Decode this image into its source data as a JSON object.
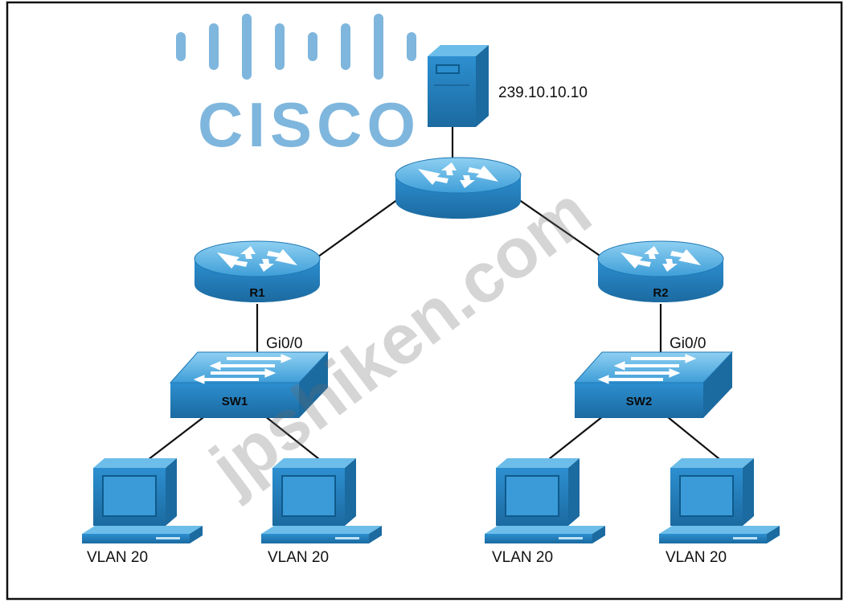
{
  "logo": {
    "text": "CISCO",
    "color": "#7fb6dd"
  },
  "watermark": {
    "text": "jpshiken.com"
  },
  "colors": {
    "device": "#2b8fcf",
    "device_dark": "#1d6fa5",
    "device_light": "#6cbde9",
    "link": "#111111"
  },
  "server": {
    "ip": "239.10.10.10",
    "icon": "server-icon"
  },
  "core_router": {
    "icon": "router-icon"
  },
  "routers": [
    {
      "label": "R1",
      "port": "Gi0/0",
      "icon": "router-icon"
    },
    {
      "label": "R2",
      "port": "Gi0/0",
      "icon": "router-icon"
    }
  ],
  "switches": [
    {
      "label": "SW1",
      "icon": "switch-icon"
    },
    {
      "label": "SW2",
      "icon": "switch-icon"
    }
  ],
  "hosts": [
    {
      "label": "VLAN 20",
      "icon": "workstation-icon"
    },
    {
      "label": "VLAN 20",
      "icon": "workstation-icon"
    },
    {
      "label": "VLAN 20",
      "icon": "workstation-icon"
    },
    {
      "label": "VLAN 20",
      "icon": "workstation-icon"
    }
  ]
}
